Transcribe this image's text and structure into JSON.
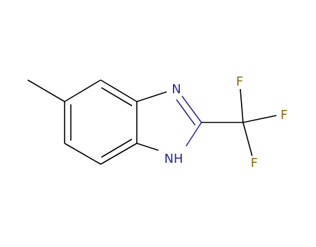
{
  "molecule": {
    "atoms": {
      "n3": "N",
      "n1": "NH",
      "f1": "F",
      "f2": "F",
      "f3": "F"
    }
  },
  "colors": {
    "bond": "#000000",
    "nitrogen": "#2b2b90",
    "fluorine": "#8a6a10",
    "background": "#ffffff"
  }
}
